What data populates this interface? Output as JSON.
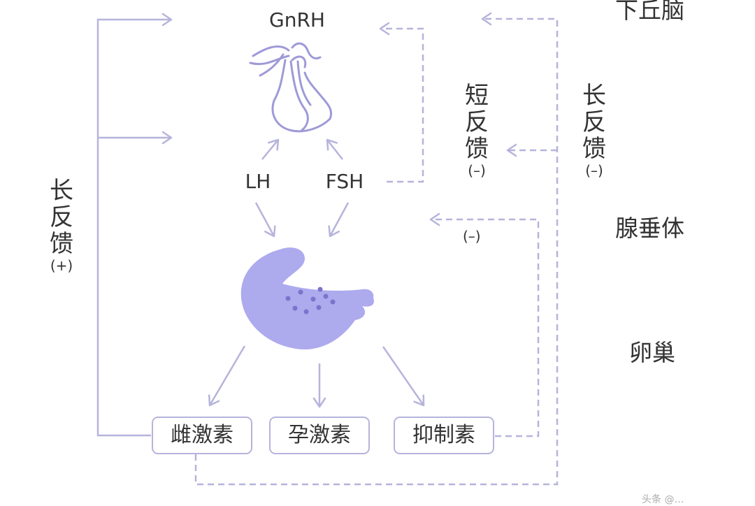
{
  "labels": {
    "gnrh": "GnRH",
    "lh": "LH",
    "fsh": "FSH",
    "hypothalamus": "下丘脑",
    "pituitary": "腺垂体",
    "ovary": "卵巢",
    "neg_sign_middle": "(–)"
  },
  "feedback": {
    "long_positive": {
      "chars": [
        "长",
        "反",
        "馈"
      ],
      "sign": "(+)"
    },
    "short_negative": {
      "chars": [
        "短",
        "反",
        "馈"
      ],
      "sign": "(–)"
    },
    "long_negative": {
      "chars": [
        "长",
        "反",
        "馈"
      ],
      "sign": "(–)"
    }
  },
  "hormones": [
    {
      "id": "estrogen",
      "label": "雌激素"
    },
    {
      "id": "progesterone",
      "label": "孕激素"
    },
    {
      "id": "inhibin",
      "label": "抑制素"
    }
  ],
  "colors": {
    "line": "#b6b4dc",
    "ovary_fill": "#aeaaee",
    "ovary_dots": "#7a74cc",
    "text": "#333333"
  },
  "watermark": "头条 @…"
}
